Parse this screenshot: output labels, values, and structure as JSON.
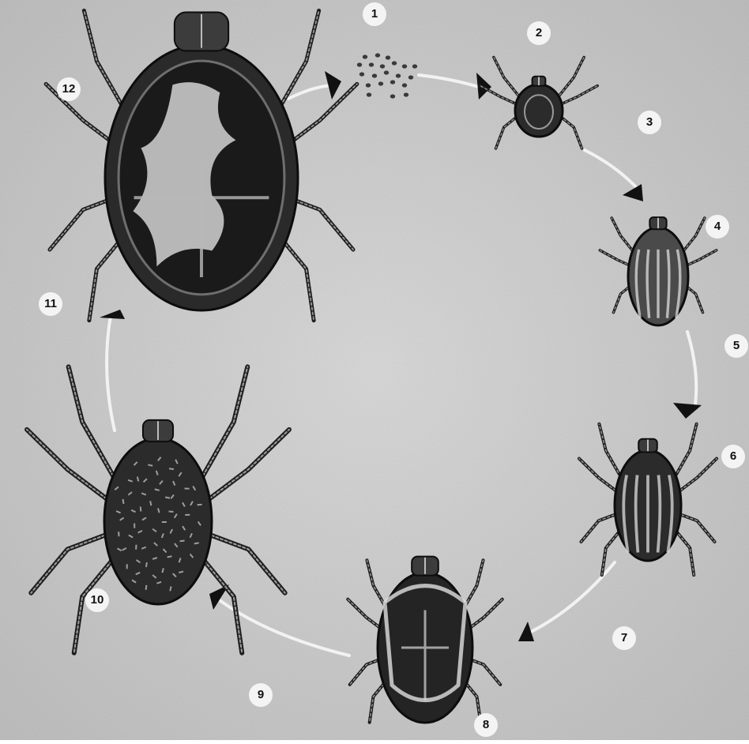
{
  "diagram": {
    "type": "life-cycle",
    "stage_labels": [
      "1",
      "2",
      "3",
      "4",
      "5",
      "6",
      "7",
      "8",
      "9",
      "10",
      "11",
      "12"
    ],
    "colors": {
      "background": "#c8c8c8",
      "arrow": "#f2f2f2",
      "arrowhead": "#111111",
      "tick_body": "#2b2b2b",
      "tick_light": "#8a8a8a",
      "label_circle": "#f4f4f4",
      "label_text": "#111111"
    }
  }
}
